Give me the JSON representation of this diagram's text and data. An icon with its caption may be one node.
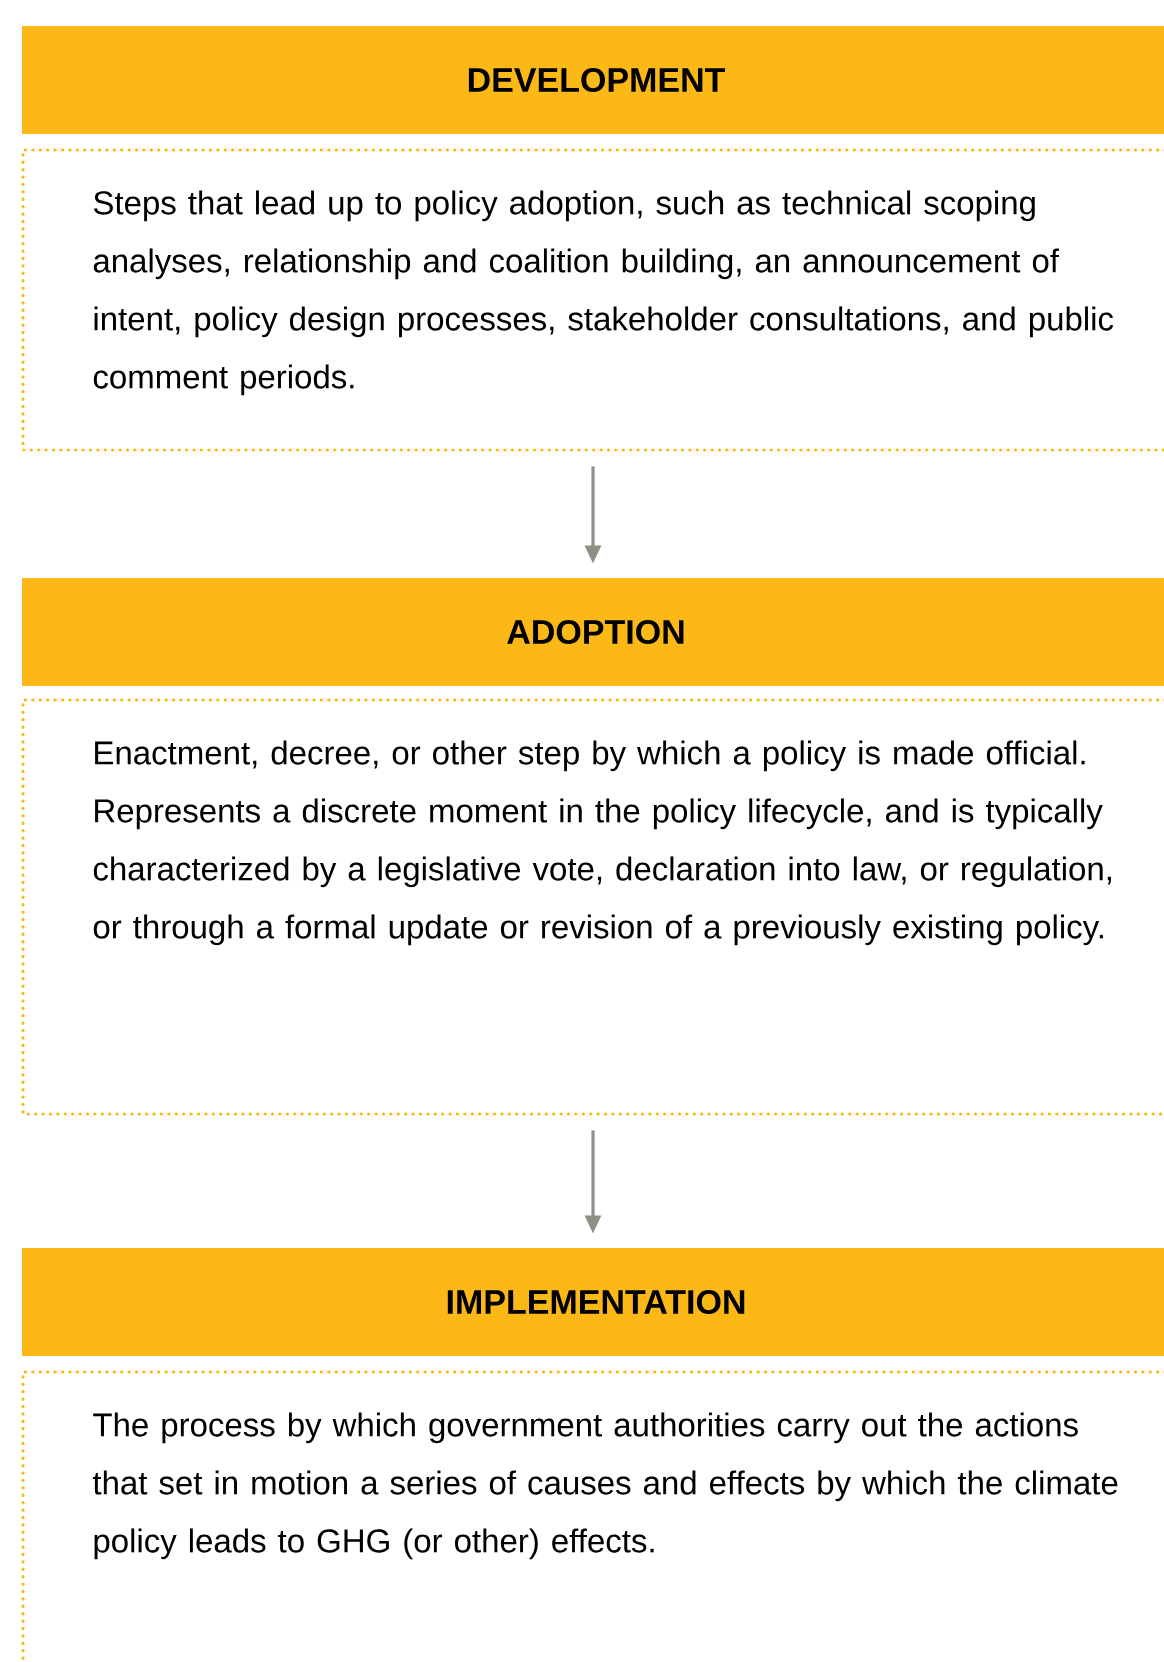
{
  "diagram": {
    "nodes": [
      {
        "text": [
          "DEVELOPMENT",
          "Steps that lead up to policy adoption, such as technical scoping analyses, relationship and coalition building, an announcement of intent, policy design processes, stakeholder consultations, and public comment periods."
        ]
      },
      {
        "text": [
          "ADOPTION",
          "Enactment, decree, or other step by which a policy is made official. Represents a discrete moment in the policy lifecycle, and is typically characterized by a legislative vote, declaration into law, or regulation, or through a formal update or revision of a previously existing policy."
        ]
      },
      {
        "text": [
          "IMPLEMENTATION",
          "The process by which government authorities carry out the actions that set in motion a series of causes and effects by which the climate policy leads to GHG (or other) effects."
        ]
      }
    ],
    "edges": [
      {
        "from": 0,
        "to": 1,
        "arrow": "to"
      },
      {
        "from": 1,
        "to": 2,
        "arrow": "to"
      }
    ]
  }
}
